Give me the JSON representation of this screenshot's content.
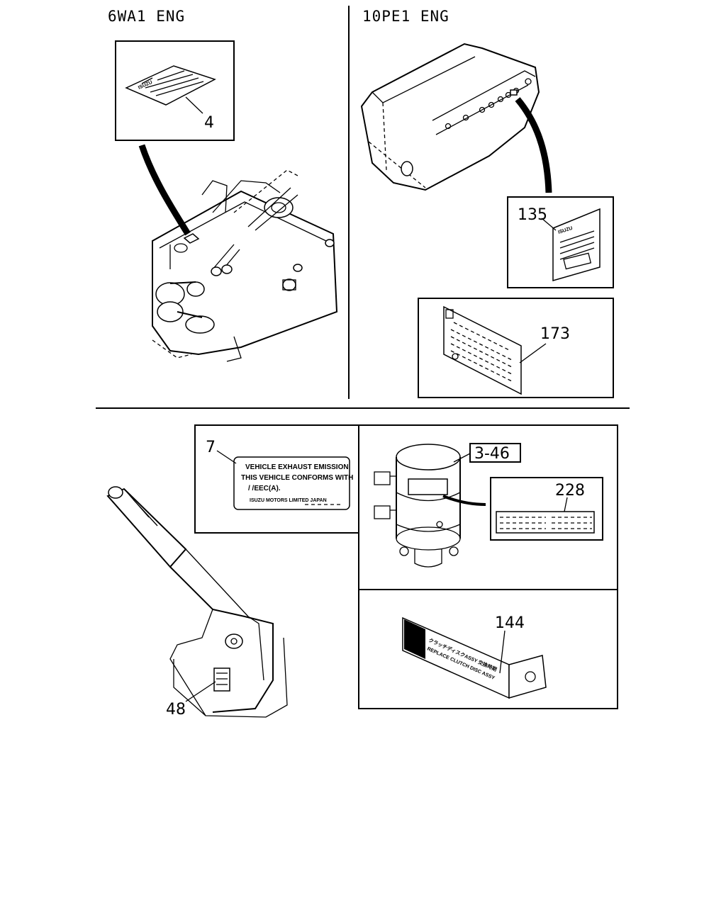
{
  "sections": {
    "engine_6wa1": {
      "title": "6WA1 ENG"
    },
    "engine_10pe1": {
      "title": "10PE1 ENG"
    }
  },
  "callouts": {
    "p4": "4",
    "p135": "135",
    "p173": "173",
    "p7": "7",
    "p3_46": "3-46",
    "p228": "228",
    "p144": "144",
    "p48": "48"
  },
  "emission_label": {
    "line1": "VEHICLE EXHAUST EMISSION",
    "line2": "THIS VEHICLE CONFORMS WITH",
    "line3": "/    /EEC(A).",
    "line4": "ISUZU MOTORS LIMITED JAPAN"
  },
  "decal_isuzu": "ISUZU",
  "clutch_label": {
    "line1": "クラッチディスクASSY 交換時期",
    "line2": "REPLACE CLUTCH DISC ASSY"
  }
}
